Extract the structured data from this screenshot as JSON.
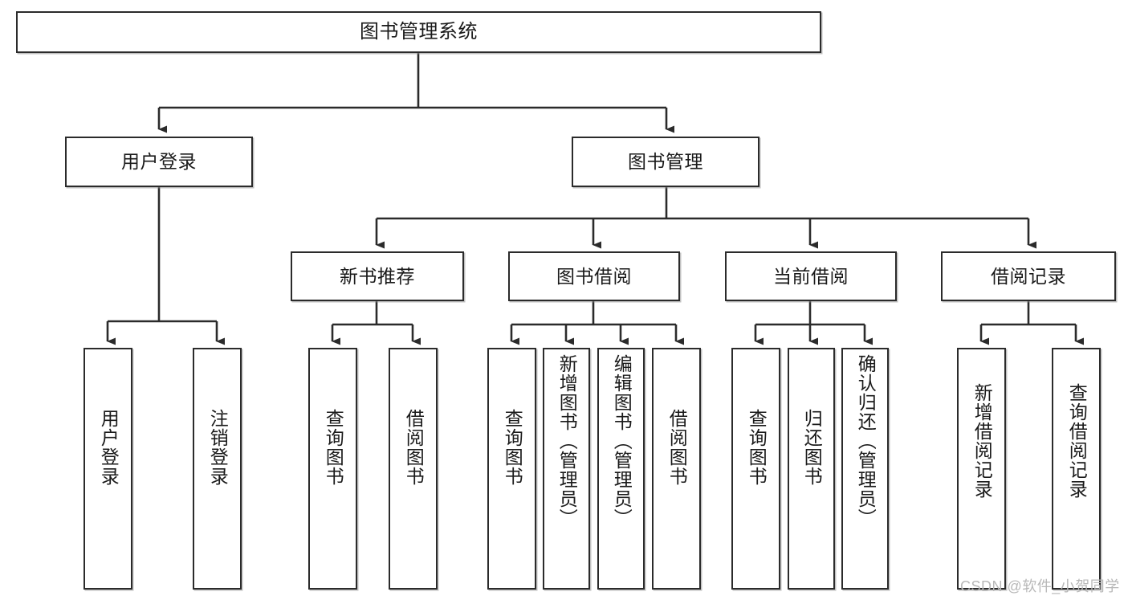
{
  "diagram": {
    "type": "tree",
    "title": "图书管理系统",
    "orientation": "top-down",
    "accent_color": "#2b2b2b",
    "background": "#ffffff"
  },
  "nodes": {
    "root": {
      "label": "图书管理系统"
    },
    "level2": [
      {
        "id": "user-login",
        "label": "用户登录"
      },
      {
        "id": "book-manage",
        "label": "图书管理"
      }
    ],
    "level3": [
      {
        "id": "new-book-recommend",
        "label": "新书推荐"
      },
      {
        "id": "book-borrow",
        "label": "图书借阅"
      },
      {
        "id": "current-borrow",
        "label": "当前借阅"
      },
      {
        "id": "borrow-record",
        "label": "借阅记录"
      }
    ],
    "leaves": {
      "user_login": [
        {
          "id": "leaf-user-login",
          "label": "用户登录"
        },
        {
          "id": "leaf-logout",
          "label": "注销登录"
        }
      ],
      "new_book_recommend": [
        {
          "id": "leaf-query-book-1",
          "label": "查询图书"
        },
        {
          "id": "leaf-borrow-book-1",
          "label": "借阅图书"
        }
      ],
      "book_borrow": [
        {
          "id": "leaf-query-book-2",
          "label": "查询图书"
        },
        {
          "id": "leaf-add-book",
          "label": "新增图书（管理员）"
        },
        {
          "id": "leaf-edit-book",
          "label": "编辑图书（管理员）"
        },
        {
          "id": "leaf-borrow-book-2",
          "label": "借阅图书"
        }
      ],
      "current_borrow": [
        {
          "id": "leaf-query-book-3",
          "label": "查询图书"
        },
        {
          "id": "leaf-return-book",
          "label": "归还图书"
        },
        {
          "id": "leaf-confirm-return",
          "label": "确认归还（管理员）"
        }
      ],
      "borrow_record": [
        {
          "id": "leaf-add-record",
          "label": "新增借阅记录"
        },
        {
          "id": "leaf-query-record",
          "label": "查询借阅记录"
        }
      ]
    }
  },
  "watermark": {
    "text": "CSDN @软件_小贺同学"
  }
}
